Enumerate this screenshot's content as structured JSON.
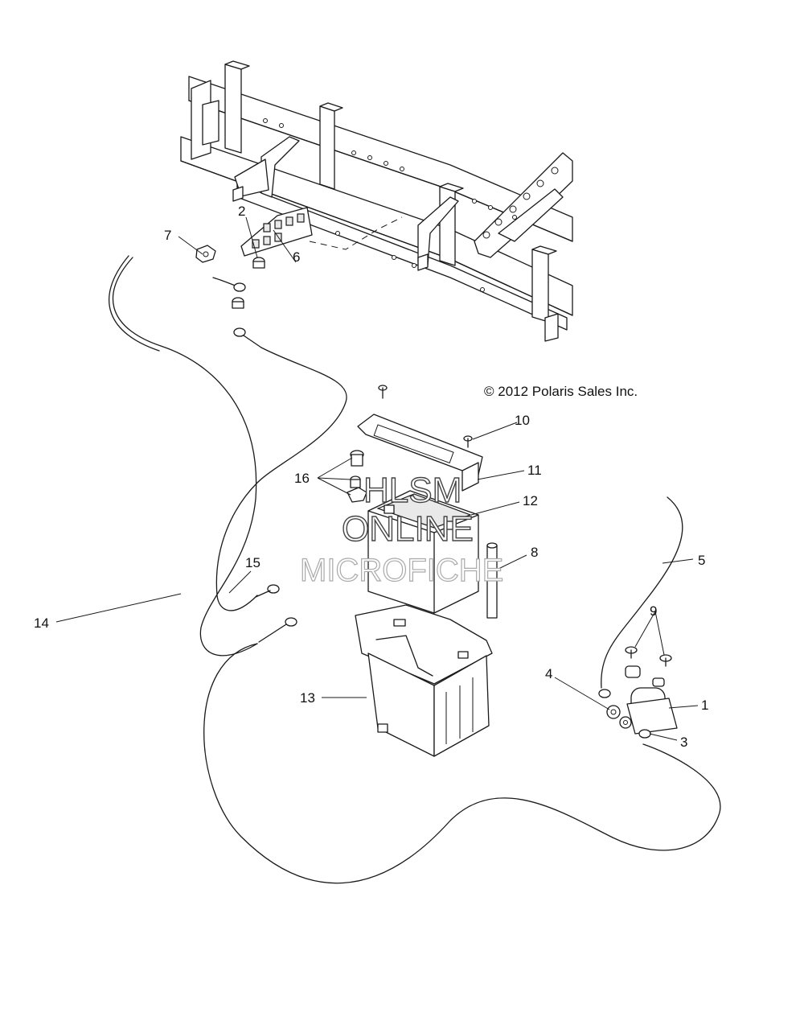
{
  "copyright": "© 2012 Polaris Sales Inc.",
  "watermark": {
    "line1": "HLSM",
    "line2": "ONLINE",
    "line3": "MICROFICHE"
  },
  "callouts": [
    {
      "id": "1",
      "label": "1"
    },
    {
      "id": "2",
      "label": "2"
    },
    {
      "id": "3",
      "label": "3"
    },
    {
      "id": "4",
      "label": "4"
    },
    {
      "id": "5",
      "label": "5"
    },
    {
      "id": "6",
      "label": "6"
    },
    {
      "id": "7",
      "label": "7"
    },
    {
      "id": "8",
      "label": "8"
    },
    {
      "id": "9",
      "label": "9"
    },
    {
      "id": "10",
      "label": "10"
    },
    {
      "id": "11",
      "label": "11"
    },
    {
      "id": "12",
      "label": "12"
    },
    {
      "id": "13",
      "label": "13"
    },
    {
      "id": "14",
      "label": "14"
    },
    {
      "id": "15",
      "label": "15"
    },
    {
      "id": "16",
      "label": "16"
    }
  ]
}
